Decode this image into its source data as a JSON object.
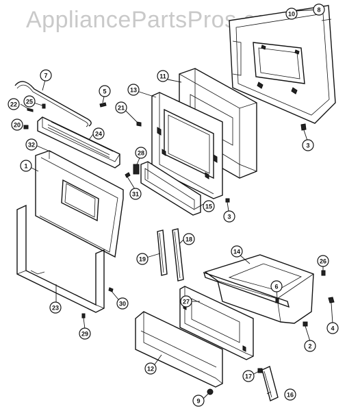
{
  "watermark": "AppliancePartsPros.com",
  "callouts": [
    "1",
    "2",
    "3",
    "3",
    "4",
    "5",
    "6",
    "7",
    "8",
    "9",
    "10",
    "11",
    "12",
    "13",
    "14",
    "15",
    "16",
    "17",
    "18",
    "19",
    "20",
    "21",
    "22",
    "23",
    "24",
    "25",
    "26",
    "27",
    "28",
    "29",
    "30",
    "31",
    "32"
  ]
}
